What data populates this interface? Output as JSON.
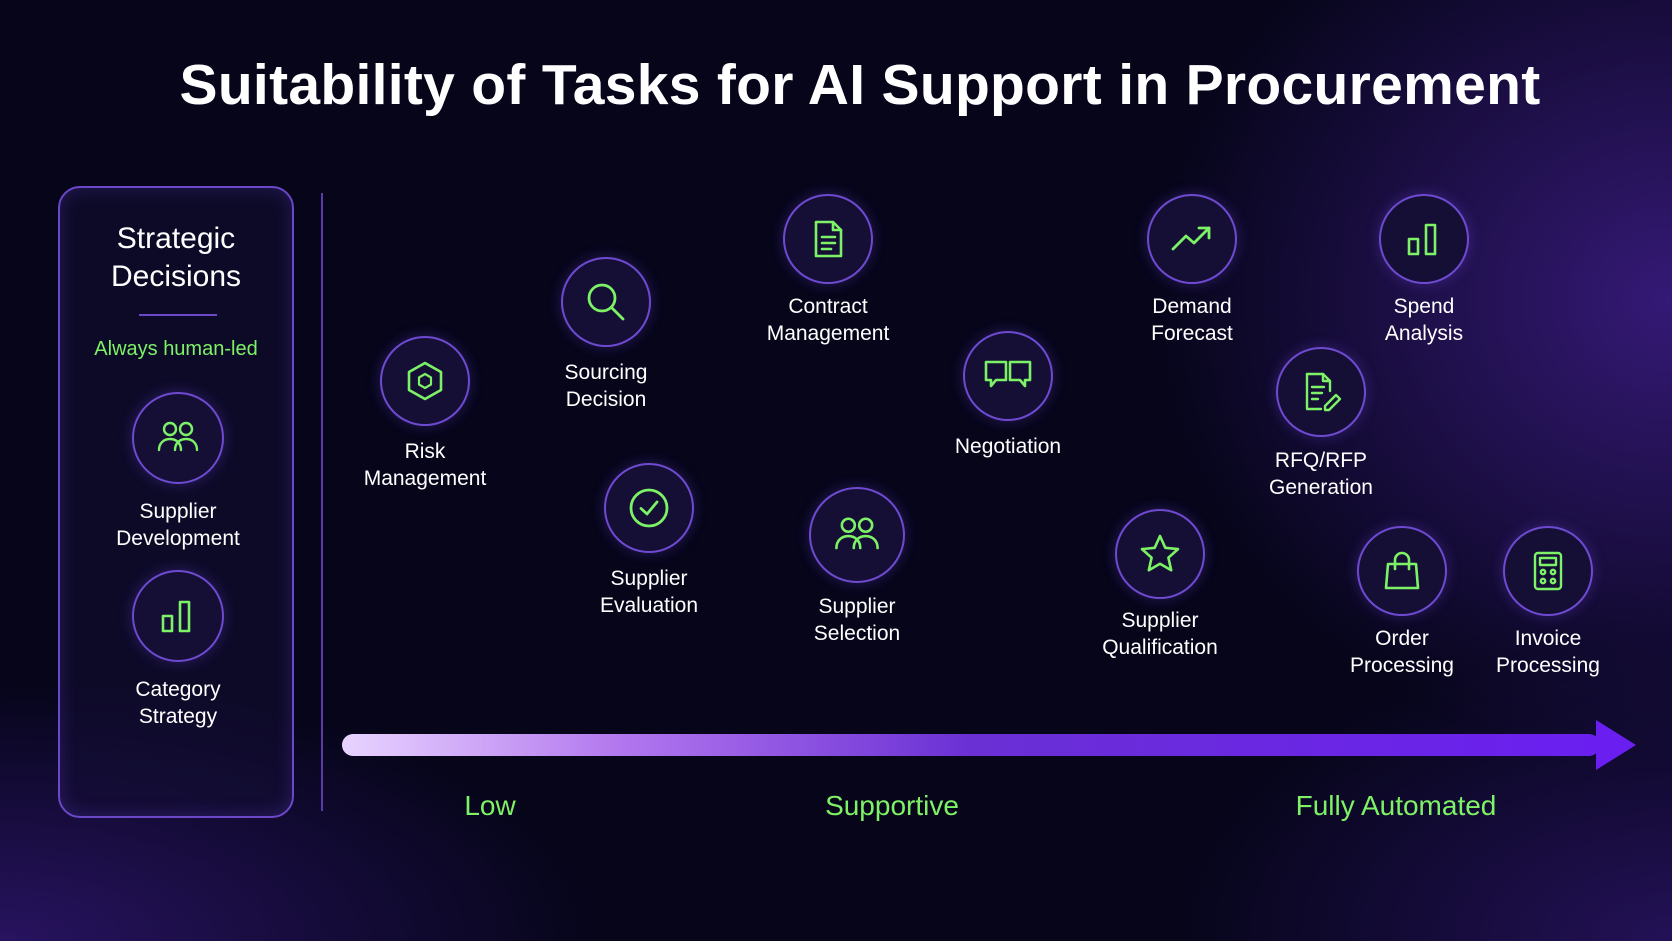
{
  "title": "Suitability of Tasks for AI Support in Procurement",
  "panel": {
    "title_line1": "Strategic",
    "title_line2": "Decisions",
    "subtitle": "Always human-led",
    "items": [
      {
        "label": "Supplier\nDevelopment",
        "icon": "people-icon"
      },
      {
        "label": "Category\nStrategy",
        "icon": "bar-chart-icon"
      }
    ]
  },
  "tasks": [
    {
      "label": "Risk\nManagement",
      "icon": "shield-icon"
    },
    {
      "label": "Sourcing\nDecision",
      "icon": "search-icon"
    },
    {
      "label": "Supplier\nEvaluation",
      "icon": "check-circle-icon"
    },
    {
      "label": "Contract\nManagement",
      "icon": "document-icon"
    },
    {
      "label": "Supplier\nSelection",
      "icon": "people-icon"
    },
    {
      "label": "Negotiation",
      "icon": "speech-bubbles-icon"
    },
    {
      "label": "Demand\nForecast",
      "icon": "trend-up-icon"
    },
    {
      "label": "Supplier\nQualification",
      "icon": "star-icon"
    },
    {
      "label": "RFQ/RFP\nGeneration",
      "icon": "document-edit-icon"
    },
    {
      "label": "Spend\nAnalysis",
      "icon": "bar-chart-icon"
    },
    {
      "label": "Order\nProcessing",
      "icon": "shopping-bag-icon"
    },
    {
      "label": "Invoice\nProcessing",
      "icon": "calculator-icon"
    }
  ],
  "axis": {
    "low": "Low",
    "mid": "Supportive",
    "high": "Fully Automated"
  },
  "colors": {
    "background": "#06051a",
    "accent_green": "#7df266",
    "border_purple": "#6d4ad0",
    "arrow_start": "#e8d4ff",
    "arrow_end": "#6a1ff0"
  }
}
